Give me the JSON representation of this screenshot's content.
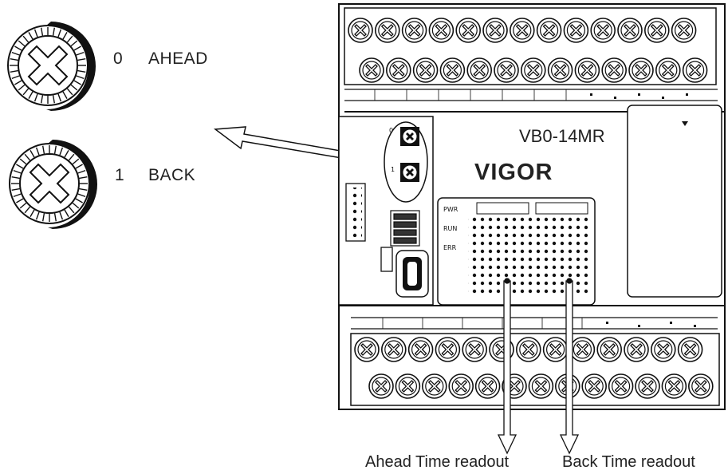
{
  "dials": [
    {
      "value": "0",
      "label": "AHEAD"
    },
    {
      "value": "1",
      "label": "BACK"
    }
  ],
  "device": {
    "model": "VB0-14MR",
    "brand": "VIGOR",
    "pot_labels": [
      "0",
      "1"
    ],
    "leds": [
      "PWR",
      "RUN",
      "ERR"
    ]
  },
  "readouts": {
    "ahead": "Ahead Time readout",
    "back": "Back Time readout"
  }
}
